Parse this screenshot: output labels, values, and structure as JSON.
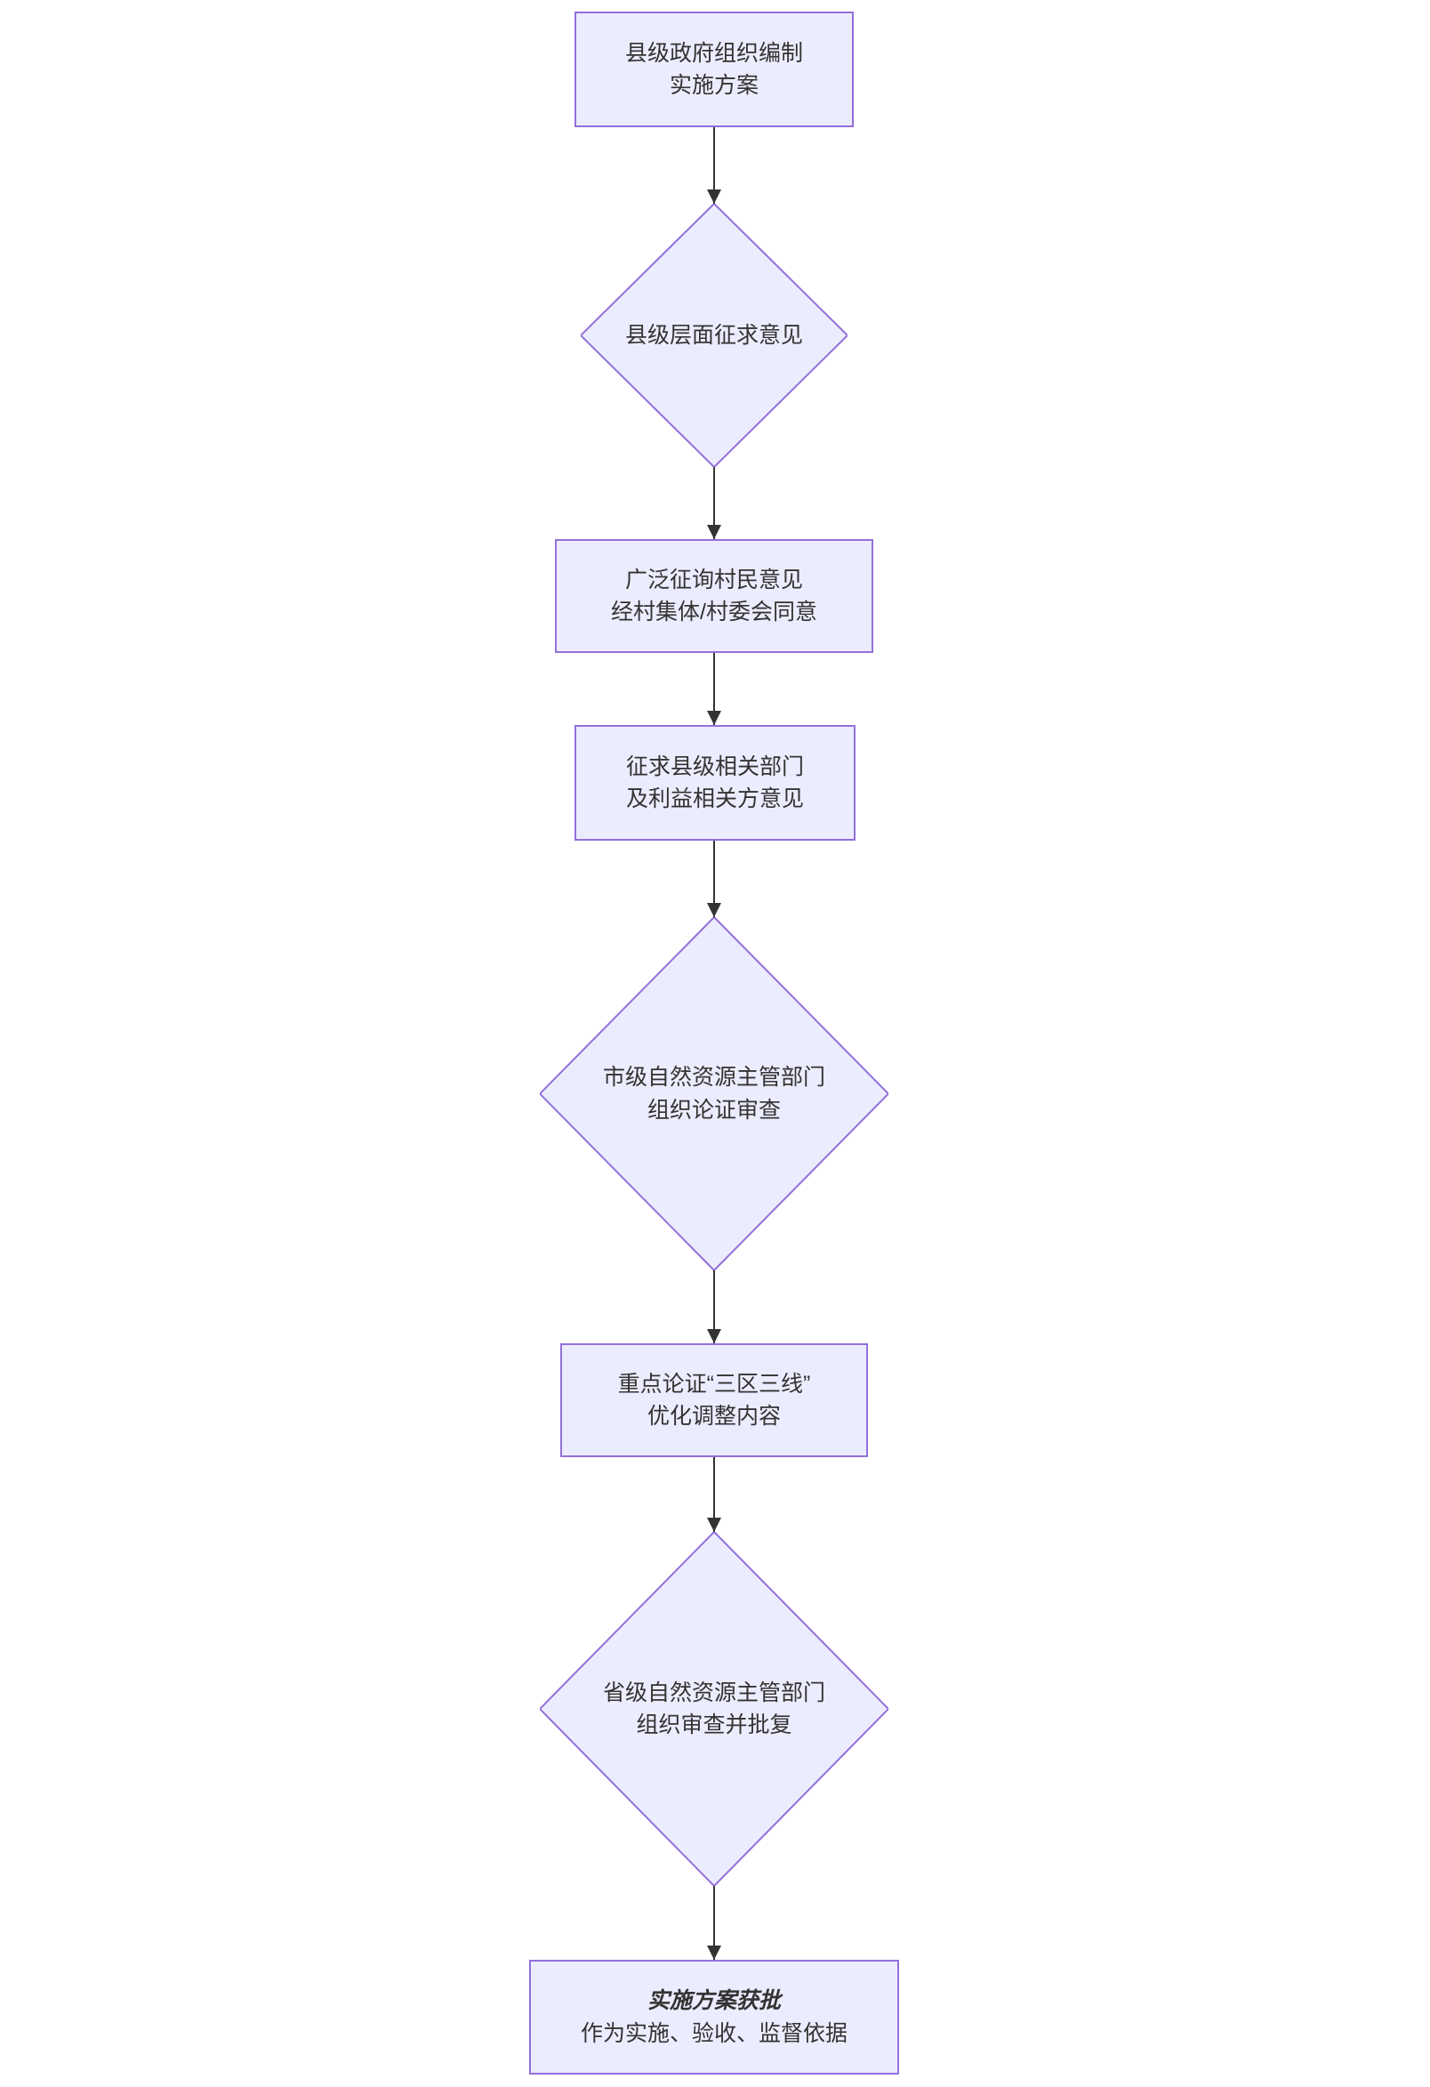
{
  "style": {
    "background": "#ffffff",
    "node_fill": "#ECECFF",
    "node_border": "#9370DB",
    "text_color": "#333333",
    "arrow_color": "#333333"
  },
  "flow": {
    "nodes": [
      {
        "type": "process",
        "lines": [
          "县级政府组织编制",
          "实施方案"
        ]
      },
      {
        "type": "decision",
        "lines": [
          "县级层面征求意见"
        ]
      },
      {
        "type": "process",
        "lines": [
          "广泛征询村民意见",
          "经村集体/村委会同意"
        ]
      },
      {
        "type": "process",
        "lines": [
          "征求县级相关部门",
          "及利益相关方意见"
        ]
      },
      {
        "type": "decision",
        "lines": [
          "市级自然资源主管部门",
          "组织论证审查"
        ]
      },
      {
        "type": "process",
        "lines": [
          "重点论证“三区三线”",
          "优化调整内容"
        ]
      },
      {
        "type": "decision",
        "lines": [
          "省级自然资源主管部门",
          "组织审查并批复"
        ]
      },
      {
        "type": "process",
        "lines": [
          "实施方案获批",
          "作为实施、验收、监督依据"
        ]
      }
    ]
  }
}
